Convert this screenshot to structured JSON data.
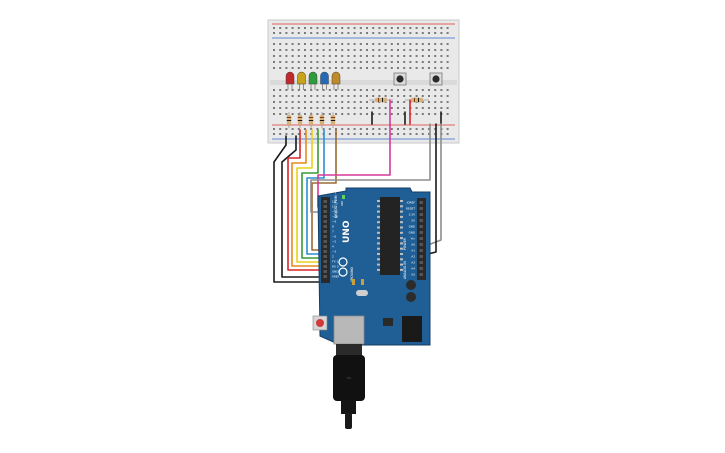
{
  "board": {
    "brand_label": "UNO",
    "maker_label": "ARDUINO",
    "on_label": "ON",
    "digital_label": "DIGITAL (PWM ~)",
    "power_label": "POWER",
    "analog_label": "ANALOG IN",
    "left_pin_labels": [
      "13",
      "12",
      "~11",
      "~10",
      "~9",
      "8",
      "7",
      "~6",
      "~5",
      "4",
      "~3",
      "2",
      "TX 1",
      "RX 0"
    ],
    "aref_label": "AREF",
    "gnd_label": "GND",
    "right_pin_labels": [
      "IOREF",
      "RESET",
      "3.3V",
      "5V",
      "GND",
      "GND",
      "Vin",
      "A0",
      "A1",
      "A2",
      "A3",
      "A4",
      "A5"
    ]
  },
  "components": {
    "led_colors": [
      "#c0282c",
      "#c8a21a",
      "#2e9c3a",
      "#2468b8",
      "#c08a2a"
    ],
    "button_count": 2,
    "resistor_count": 7
  },
  "wire_colors": {
    "black": "#1a1a1a",
    "red": "#d7262b",
    "orange": "#e68a1c",
    "yellow": "#e8d21a",
    "green": "#3a9b35",
    "blue": "#2b8fd0",
    "brown": "#9a6b33",
    "magenta": "#d63a9c",
    "gray": "#8e8e8e"
  }
}
